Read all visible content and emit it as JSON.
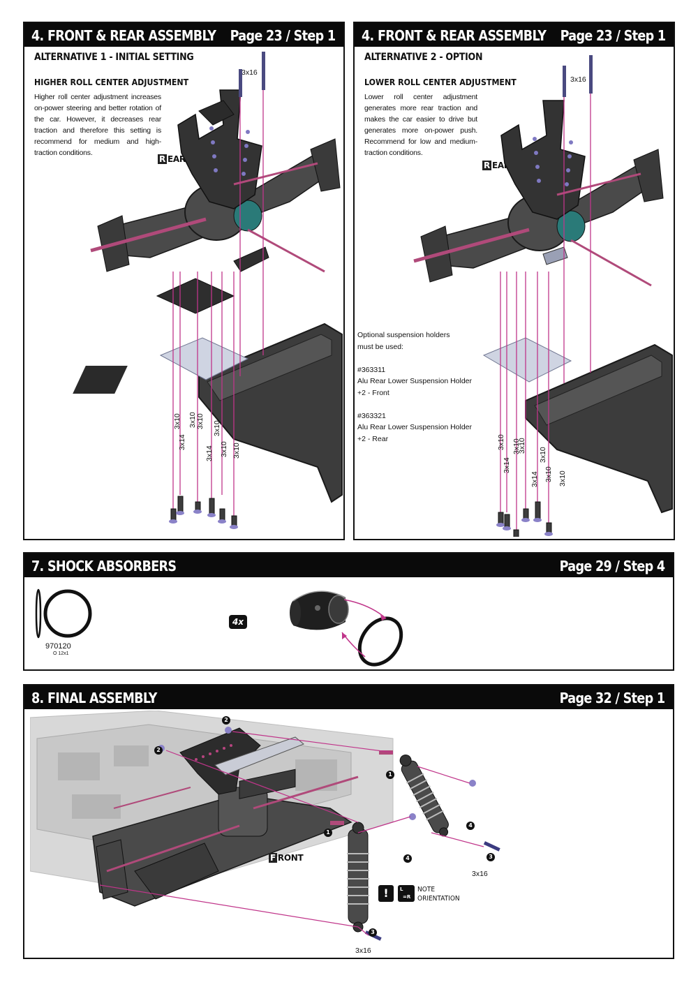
{
  "panel_alt1": {
    "title": "4. FRONT & REAR ASSEMBLY",
    "ref": "Page 23 / Step 1",
    "subtitle": "ALTERNATIVE 1 - INITIAL SETTING",
    "adjustment_heading": "HIGHER ROLL CENTER ADJUSTMENT",
    "description": "Higher roll center adjustment increases on-power steering and better rotation of the car. However, it decreases rear traction and therefore this setting is recommend for medium and high-traction conditions.",
    "side_tag_initial": "R",
    "side_tag_rest": "EAR",
    "top_screw_label": "3x16",
    "screw_labels": [
      "3x10",
      "3x14",
      "3x10",
      "3x10",
      "3x14",
      "3x10",
      "3x10",
      "3x10"
    ]
  },
  "panel_alt2": {
    "title": "4. FRONT & REAR ASSEMBLY",
    "ref": "Page 23 / Step 1",
    "subtitle": "ALTERNATIVE 2 - OPTION",
    "adjustment_heading": "LOWER ROLL CENTER ADJUSTMENT",
    "description": "Lower roll center adjustment generates more rear traction and makes the car easier to drive but generates more on-power push. Recommend for low and medium-traction conditions.",
    "side_tag_initial": "R",
    "side_tag_rest": "EAR",
    "top_screw_label": "3x16",
    "optional_lines": [
      "Optional suspension holders",
      "must be used:",
      "",
      "#363311",
      "Alu Rear Lower Suspension Holder",
      "+2 - Front",
      "",
      "#363321",
      "Alu Rear Lower Suspension Holder",
      "+2 - Rear"
    ],
    "screw_labels": [
      "3x10",
      "3x14",
      "3x10",
      "3x10",
      "3x14",
      "3x10",
      "3x10",
      "3x10"
    ]
  },
  "panel_shock": {
    "title": "7. SHOCK ABSORBERS",
    "ref": "Page 29 / Step 4",
    "part_number": "970120",
    "part_spec": "O 12x1",
    "quantity": "4x"
  },
  "panel_final": {
    "title": "8. FINAL ASSEMBLY",
    "ref": "Page 32 / Step 1",
    "side_tag_initial": "F",
    "side_tag_rest": "RONT",
    "screw_label_a": "3x16",
    "screw_label_b": "3x16",
    "callouts": [
      "2",
      "2",
      "1",
      "1",
      "4",
      "4",
      "3",
      "3"
    ],
    "note_symbol": "!",
    "note_lr_top": "L",
    "note_lr_bottom": "=R",
    "note_line1": "NOTE",
    "note_line2": "ORIENTATION"
  },
  "colors": {
    "accent_magenta": "#c0358a",
    "header_black": "#0a0a0a",
    "part_dark": "#3a3a3a",
    "hardware_purple": "#8a82c8"
  }
}
